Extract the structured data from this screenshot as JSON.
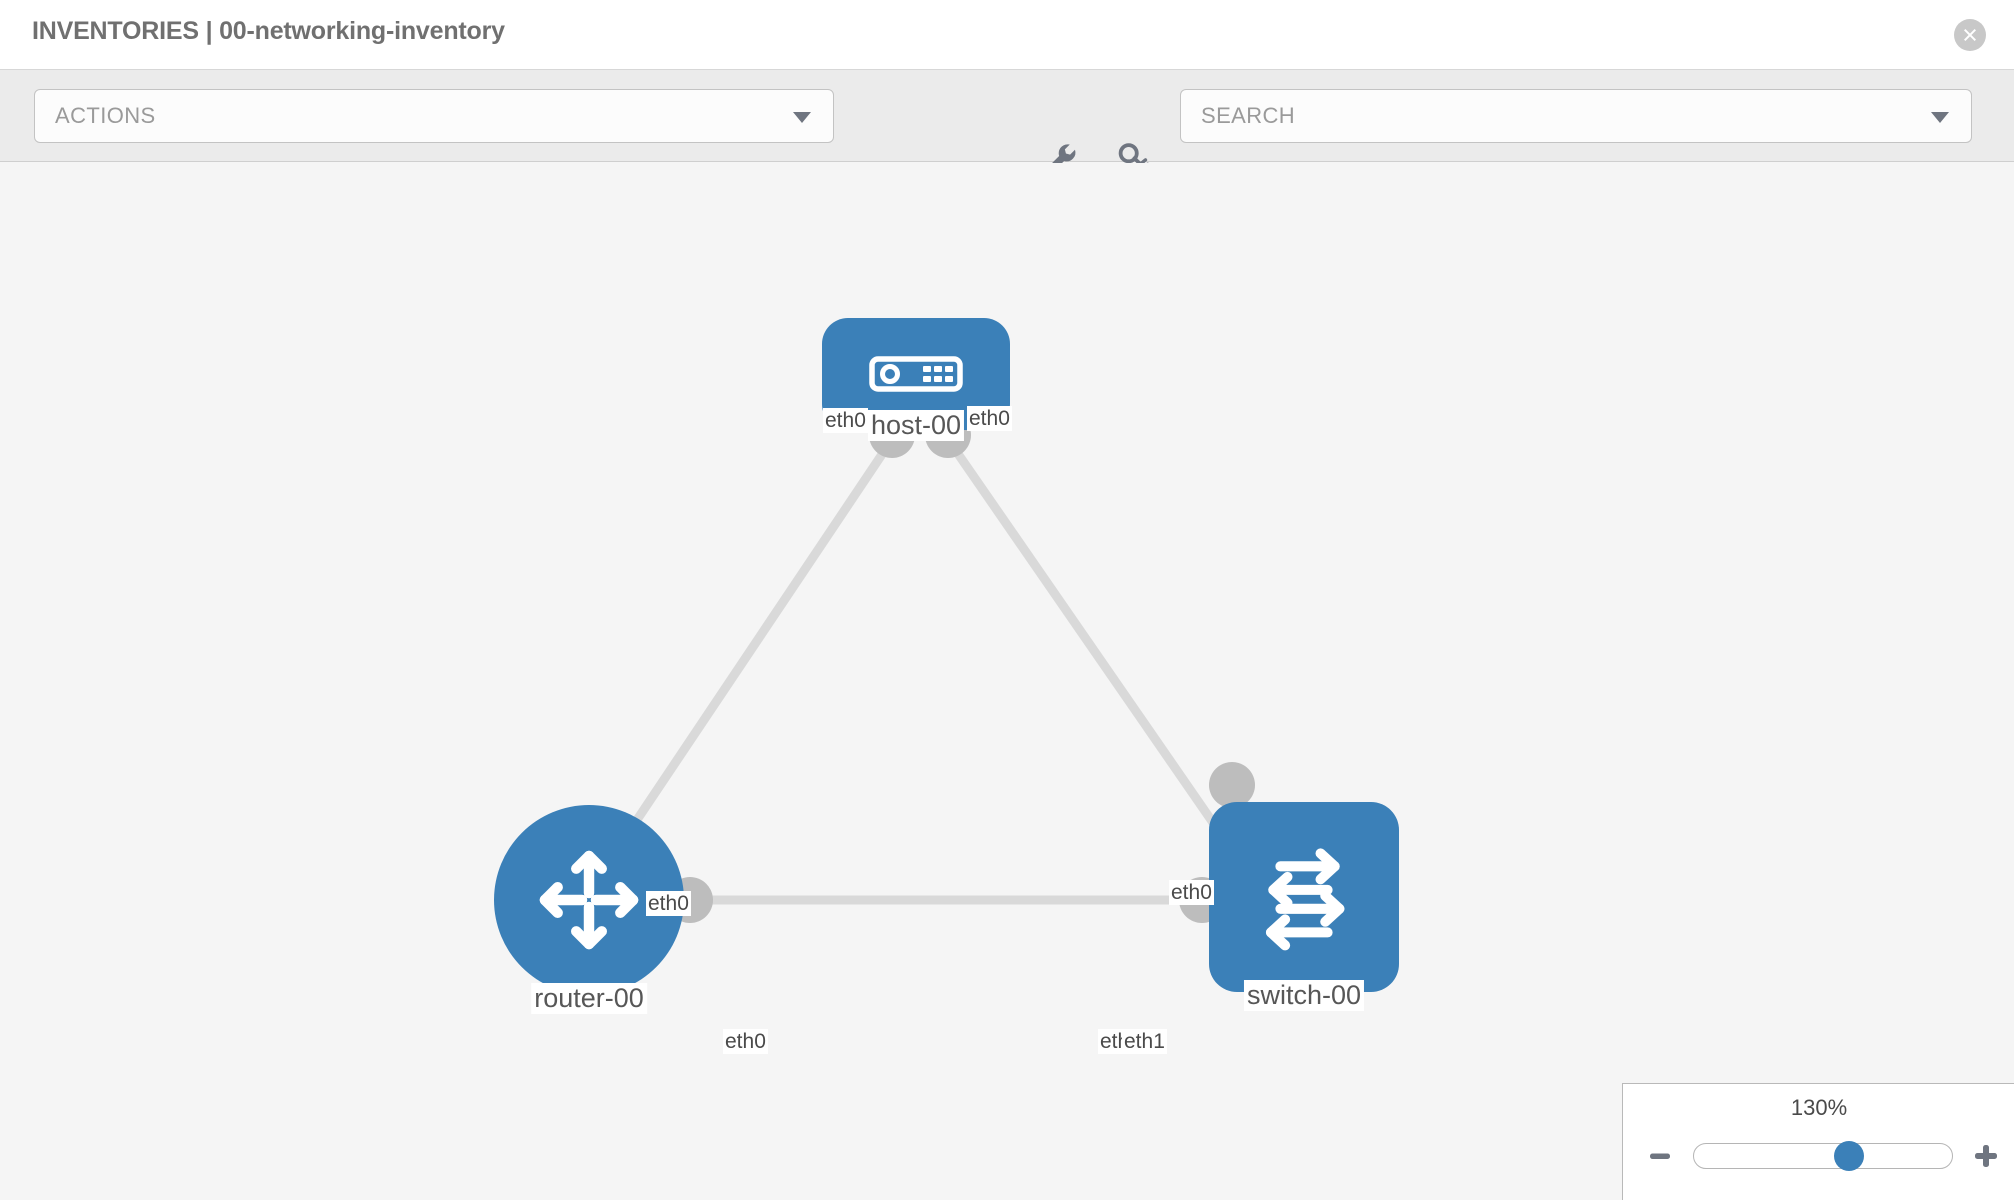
{
  "header": {
    "title": "INVENTORIES | 00-networking-inventory",
    "close_icon": "close-circle-icon"
  },
  "toolbar": {
    "actions_placeholder": "ACTIONS",
    "search_placeholder": "SEARCH",
    "wrench_icon": "wrench-icon",
    "key_icon": "key-icon",
    "caret_icon": "caret-down-icon"
  },
  "topology": {
    "background_color": "#f5f5f5",
    "node_color": "#3b80b8",
    "edge_color": "#d9d9d9",
    "port_color": "#bdbdbd",
    "nodes": [
      {
        "id": "host-00",
        "label": "host-00",
        "icon": "server-icon",
        "shape": "rounded-rect"
      },
      {
        "id": "router-00",
        "label": "router-00",
        "icon": "router-arrows-icon",
        "shape": "circle"
      },
      {
        "id": "switch-00",
        "label": "switch-00",
        "icon": "switch-arrows-icon",
        "shape": "rounded-square"
      }
    ],
    "links": [
      {
        "from": "host-00",
        "from_port": "eth0",
        "to": "router-00",
        "to_port": "eth0"
      },
      {
        "from": "host-00",
        "from_port": "eth0",
        "to": "switch-00",
        "to_port": "eth0"
      },
      {
        "from": "router-00",
        "from_port": "eth0",
        "to": "switch-00",
        "to_port": "eth1"
      }
    ],
    "port_labels": {
      "host_left": "eth0",
      "host_right": "eth0",
      "router_upper": "eth0",
      "switch_upper": "eth0",
      "router_right": "eth0",
      "switch_left_under": "eth0",
      "switch_left": "eth1"
    }
  },
  "zoom_control": {
    "value": "130%",
    "minus_label": "−",
    "plus_label": "+",
    "minus_icon": "minus-icon",
    "plus_icon": "plus-icon",
    "thumb_position_pct": 60
  }
}
